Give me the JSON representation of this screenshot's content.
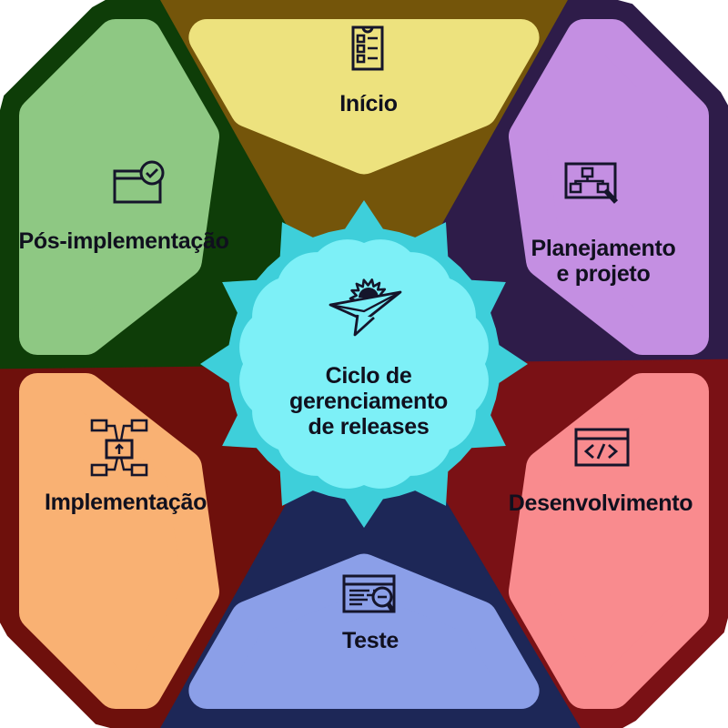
{
  "diagram": {
    "title": "Ciclo de gerenciamento de releases",
    "icon_color": "#15152B",
    "text_color": "#10101E",
    "center": {
      "label": "Ciclo de\ngerenciamento\nde releases",
      "icon": "paper-plane-sun-icon",
      "fill": "#7DF0F7",
      "ring": "#3ECFDA"
    },
    "sectors": [
      {
        "id": "inicio",
        "label": "Início",
        "icon": "checklist-icon",
        "fill": "#EDE27E",
        "band": "#74550A"
      },
      {
        "id": "planejamento",
        "label": "Planejamento\ne projeto",
        "icon": "diagram-magnifier-icon",
        "fill": "#C48FE2",
        "band": "#2E1C49"
      },
      {
        "id": "desenvolvimento",
        "label": "Desenvolvimento",
        "icon": "code-window-icon",
        "fill": "#F98B8E",
        "band": "#7A1115"
      },
      {
        "id": "teste",
        "label": "Teste",
        "icon": "document-magnifier-icon",
        "fill": "#8B9FE8",
        "band": "#1D2757"
      },
      {
        "id": "implementacao",
        "label": "Implementação",
        "icon": "deploy-arrow-icon",
        "fill": "#F9B173",
        "band": "#6E100C"
      },
      {
        "id": "pos-implementacao",
        "label": "Pós-implementação",
        "icon": "window-check-icon",
        "fill": "#8EC883",
        "band": "#0E3D08"
      }
    ]
  }
}
